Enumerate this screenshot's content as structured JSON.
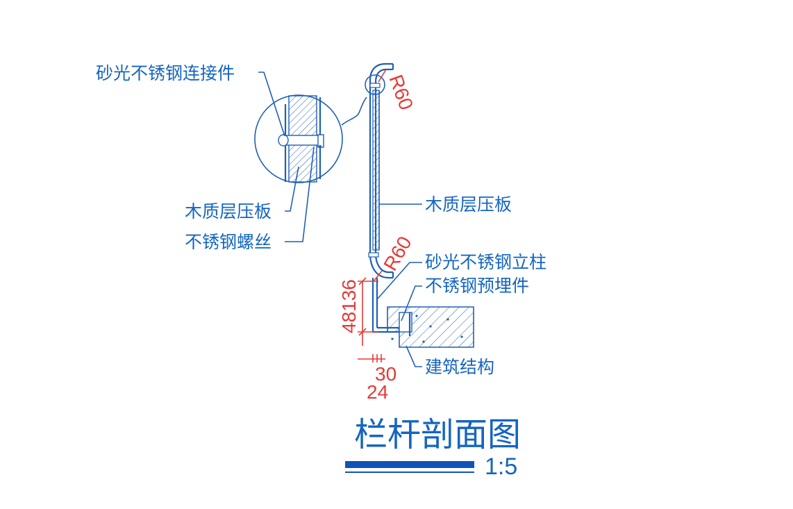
{
  "labels": {
    "connector": "砂光不锈钢连接件",
    "wood_board_detail": "木质层压板",
    "steel_screw": "不锈钢螺丝",
    "wood_board": "木质层压板",
    "post": "砂光不锈钢立柱",
    "embedded_part": "不锈钢预埋件",
    "structure": "建筑结构"
  },
  "dimensions": {
    "radius_top": "R60",
    "radius_bottom": "R60",
    "vertical": "48136",
    "horizontal_a": "30",
    "horizontal_b": "24"
  },
  "title": "栏杆剖面图",
  "scale": "1:5",
  "colors": {
    "line": "#1e5fb4",
    "text": "#1565c0",
    "dimension": "#e53935"
  }
}
